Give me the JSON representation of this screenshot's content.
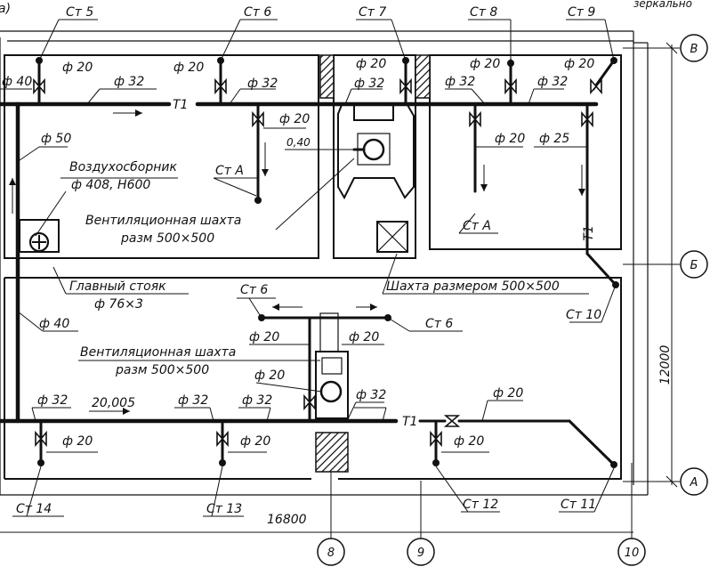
{
  "sheet": {
    "corner_label": "а)",
    "top_right_partial_text": "зеркально"
  },
  "axes": {
    "rows": [
      "В",
      "Б",
      "А"
    ],
    "cols": [
      "8",
      "9",
      "10"
    ]
  },
  "dimensions": {
    "overall_length": "16800",
    "overall_width": "12000",
    "slope": "20,005"
  },
  "risers": {
    "top": [
      "Ст 5",
      "Ст 6",
      "Ст 7",
      "Ст 8",
      "Ст 9"
    ],
    "middle": [
      "Ст 6",
      "Ст 6"
    ],
    "right": "Ст 10",
    "bottom": [
      "Ст 14",
      "Ст 13",
      "Ст 12",
      "Ст 11"
    ],
    "inner_a1": "Ст А",
    "inner_a2": "Ст А"
  },
  "diameters": {
    "d20": "ф 20",
    "d25": "ф 25",
    "d32": "ф 32",
    "d40": "ф 40",
    "d50": "ф 50",
    "branch_gap": "0,40"
  },
  "labels": {
    "t1": "Т1",
    "air_collector_title": "Воздухосборник",
    "air_collector_size": "ф 408, Н600",
    "vent_shaft_title": "Вентиляционная шахта",
    "vent_shaft_size": "разм 500×500",
    "main_riser_title": "Главный стояк",
    "main_riser_size": "ф 76×3",
    "shaft_size_label": "Шахта размером 500×500"
  }
}
